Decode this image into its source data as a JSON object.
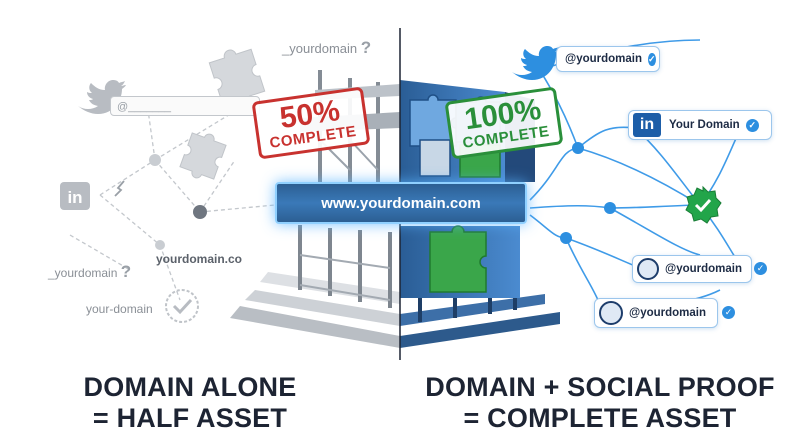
{
  "left": {
    "stamp_percent": "50%",
    "stamp_word": "COMPLETE",
    "handles": {
      "underscore_top": "_yourdomain",
      "twitter_field": "@_______",
      "domain_co": "yourdomain.co",
      "underscore_bottom": "_yourdomain",
      "hyphen": "your-domain"
    },
    "headline_line1": "DOMAIN ALONE",
    "headline_line2": "= HALF ASSET"
  },
  "center": {
    "url": "www.yourdomain.com"
  },
  "right": {
    "stamp_percent": "100%",
    "stamp_word": "COMPLETE",
    "profiles": {
      "twitter": "@yourdomain",
      "linkedin": "Your Domain",
      "user1": "@yourdomain",
      "user2": "@yourdomain"
    },
    "headline_line1": "DOMAIN + SOCIAL PROOF",
    "headline_line2": "= COMPLETE ASSET"
  },
  "icons": [
    "twitter-bird-icon",
    "linkedin-icon",
    "puzzle-piece-icon",
    "question-mark-icon",
    "verified-check-icon",
    "user-avatar-icon",
    "shield-check-icon"
  ],
  "colors": {
    "half_stamp": "#c8322f",
    "full_stamp": "#2a8f3a",
    "network_blue": "#2d8fe0",
    "verified_green": "#22a54a",
    "faded_gray": "#b8bcc2",
    "headline": "#1d2433"
  }
}
